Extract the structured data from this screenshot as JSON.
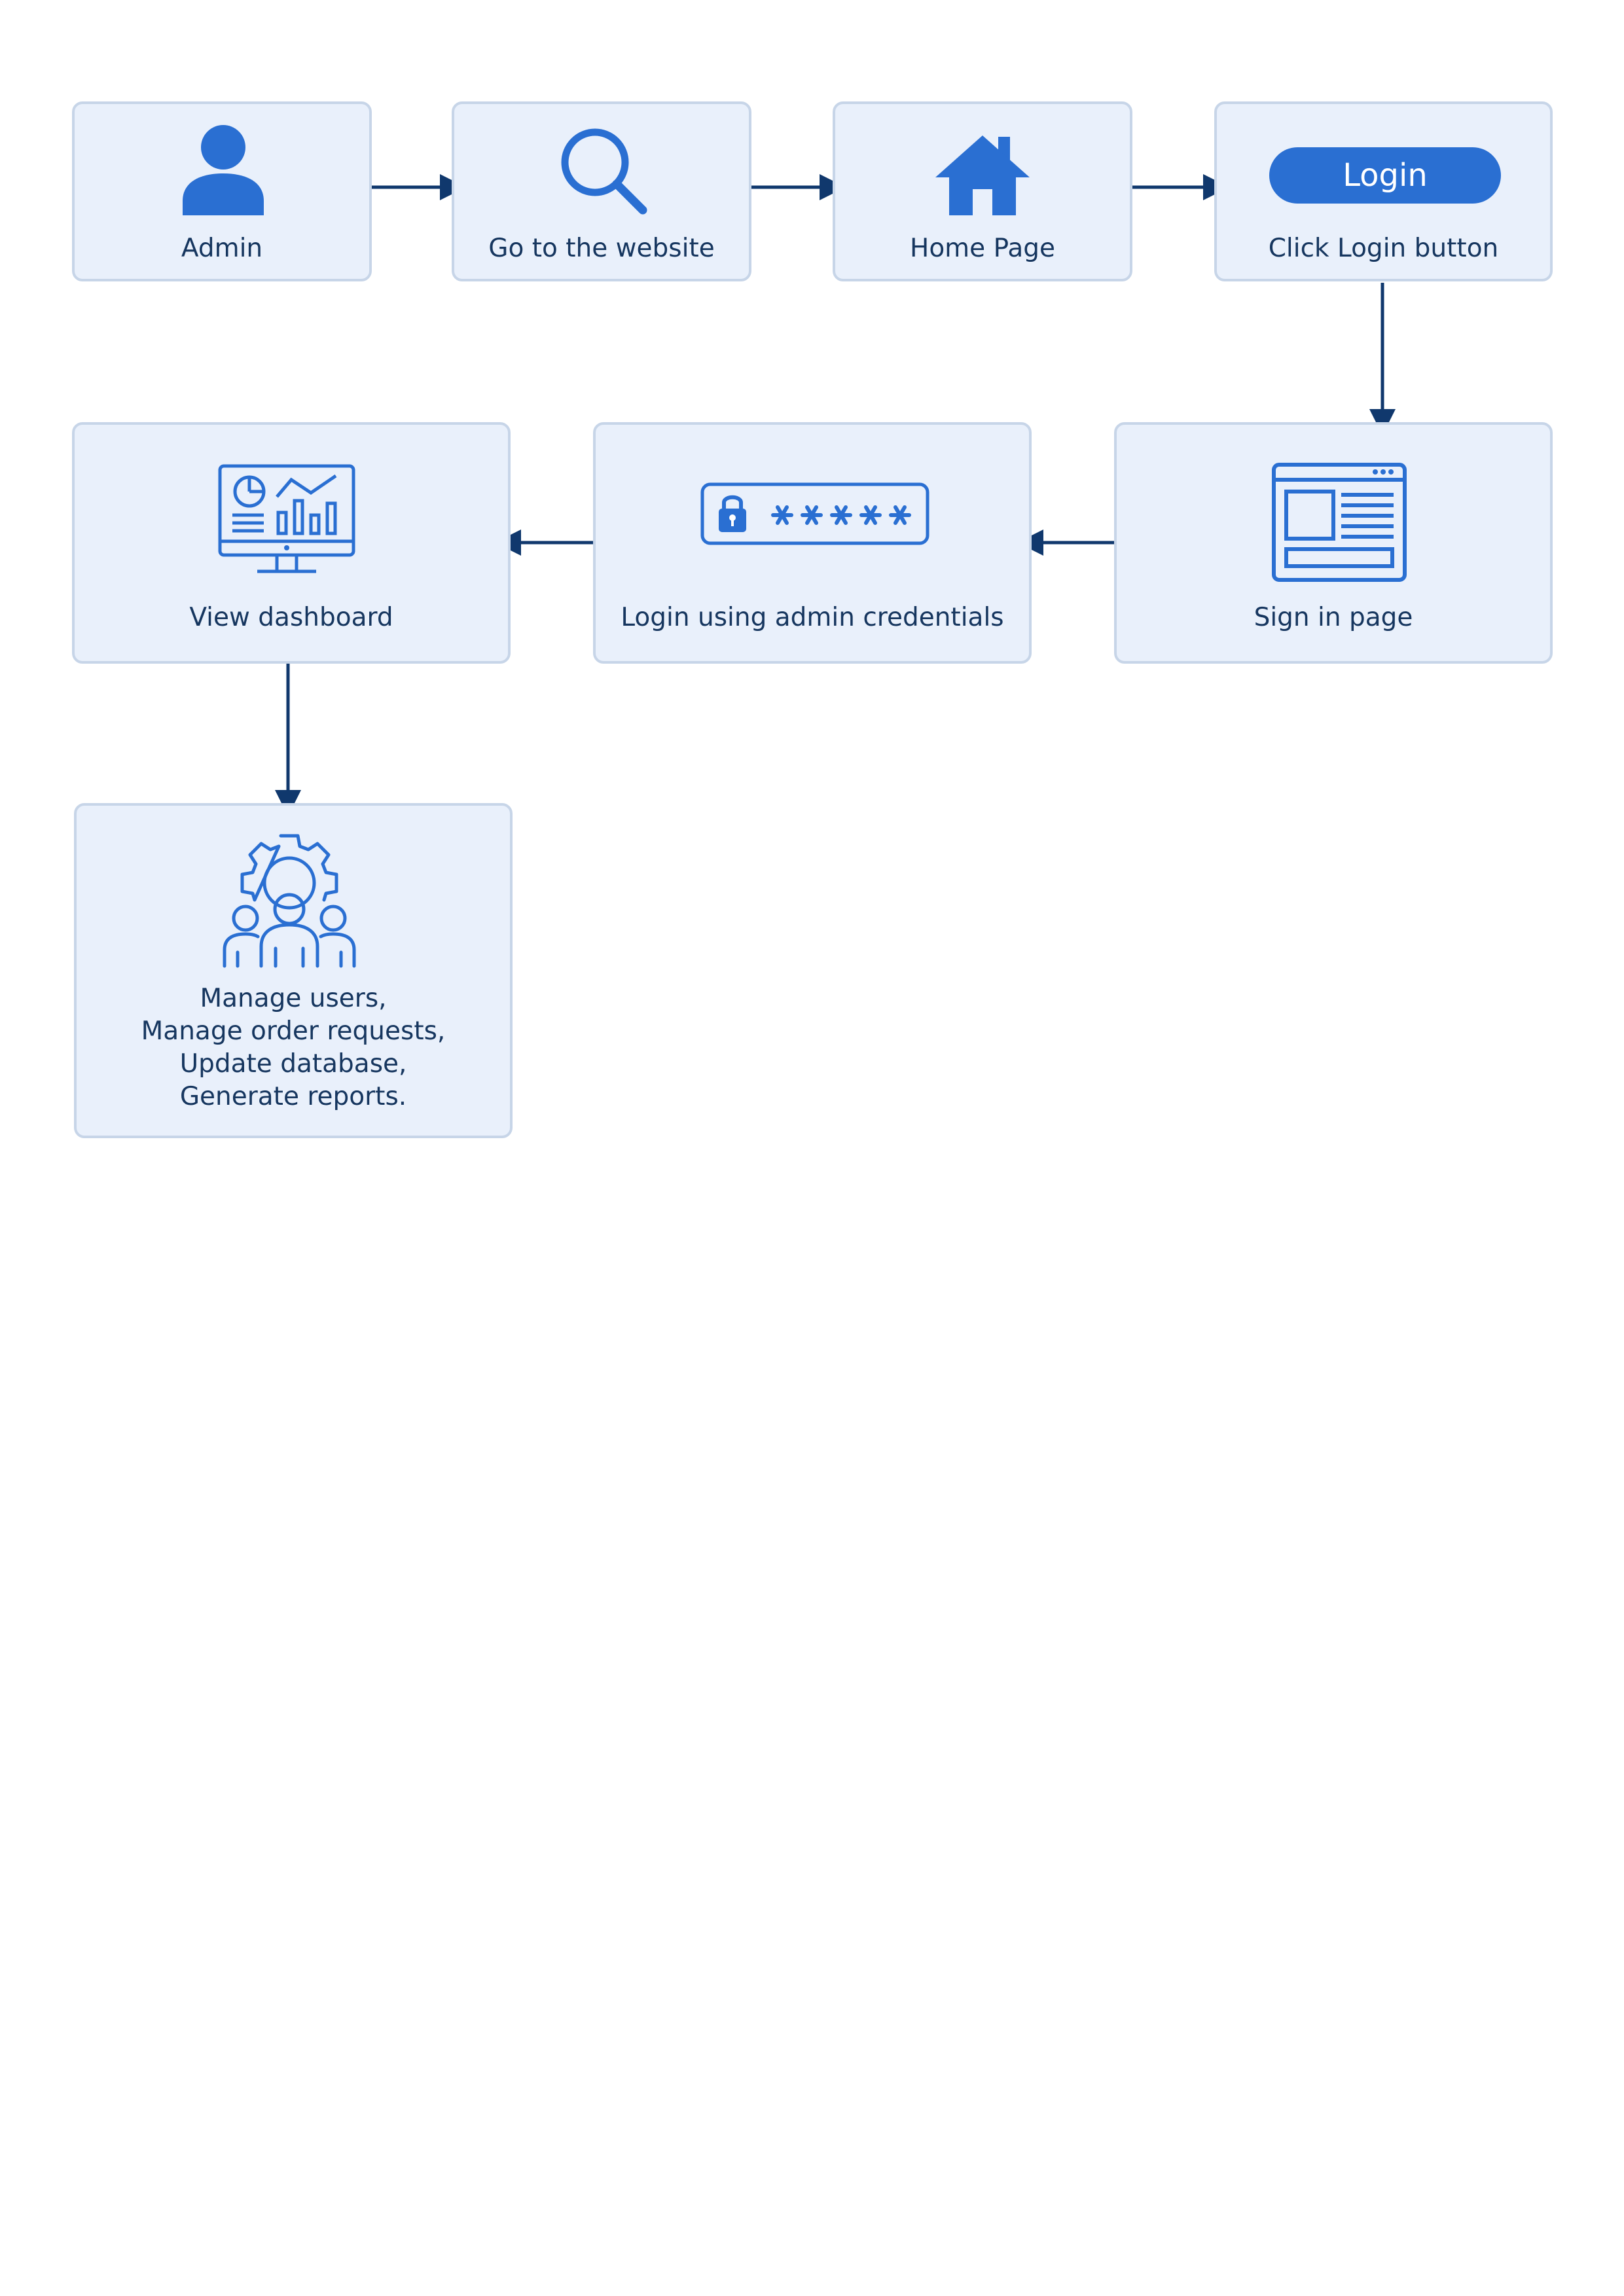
{
  "colors": {
    "node_fill": "#e9f0fb",
    "node_border": "#c7d5e8",
    "icon": "#2a6fd2",
    "text": "#16365f",
    "arrow": "#10386d"
  },
  "nodes": {
    "admin": {
      "label": "Admin",
      "icon": "person-icon"
    },
    "website": {
      "label": "Go to the website",
      "icon": "search-icon"
    },
    "home": {
      "label": "Home Page",
      "icon": "home-icon"
    },
    "login_button": {
      "button_text": "Login",
      "label": "Click Login button"
    },
    "signin": {
      "label": "Sign in page",
      "icon": "browser-window-icon"
    },
    "credentials": {
      "label": "Login using admin credentials",
      "icon": "password-field-icon"
    },
    "dashboard": {
      "label": "View dashboard",
      "icon": "dashboard-monitor-icon"
    },
    "manage": {
      "label": "Manage users,\nManage order requests,\nUpdate database,\nGenerate reports.",
      "icon": "team-settings-icon"
    }
  },
  "edges": [
    {
      "from": "admin",
      "to": "website"
    },
    {
      "from": "website",
      "to": "home"
    },
    {
      "from": "home",
      "to": "login_button"
    },
    {
      "from": "login_button",
      "to": "signin"
    },
    {
      "from": "signin",
      "to": "credentials"
    },
    {
      "from": "credentials",
      "to": "dashboard"
    },
    {
      "from": "dashboard",
      "to": "manage"
    }
  ]
}
